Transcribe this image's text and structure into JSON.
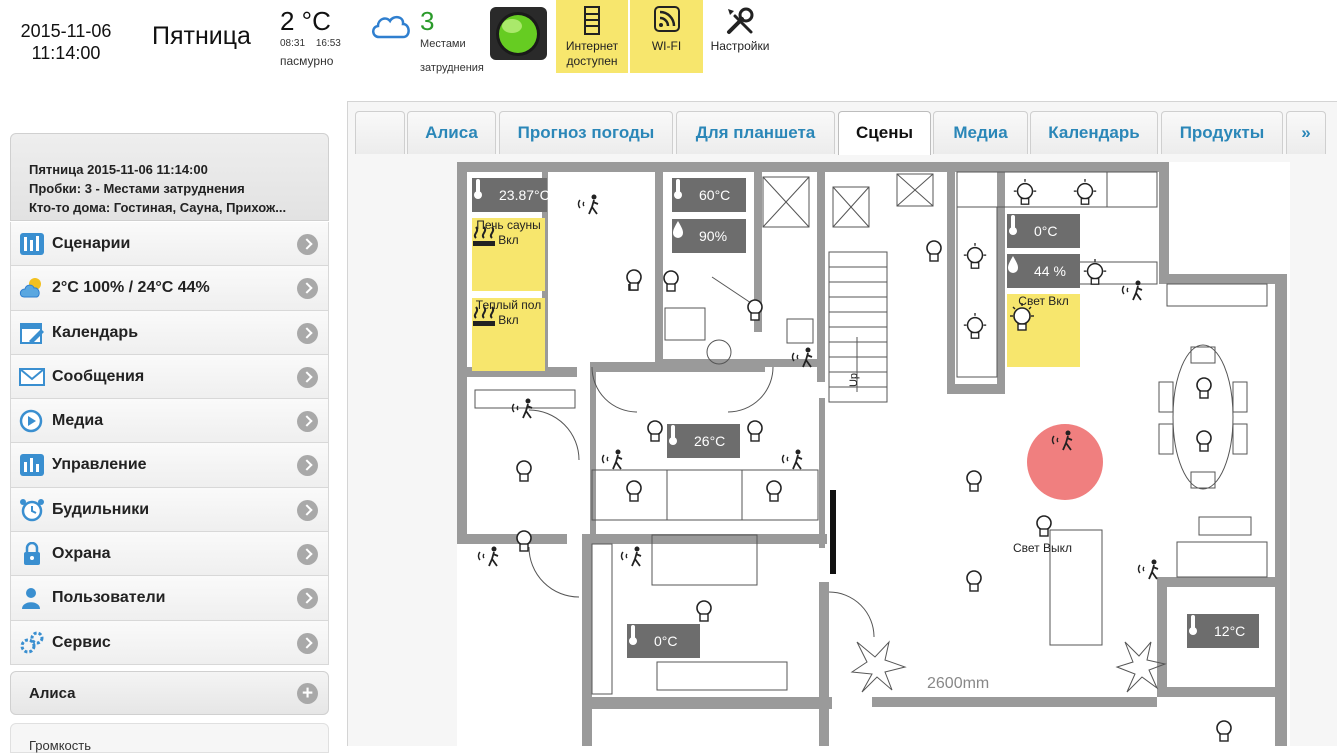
{
  "topbar": {
    "date": "2015-11-06",
    "time": "11:14:00",
    "weekday": "Пятница",
    "temperature": "2 °C",
    "sunrise": "08:31",
    "sunset": "16:53",
    "condition": "пасмурно",
    "traffic_level": "3",
    "traffic_line1": "Местами",
    "traffic_line2": "затруднения",
    "tiles": [
      {
        "label_line1": "Интернет",
        "label_line2": "доступен",
        "icon": "server-icon"
      },
      {
        "label_line1": "WI-FI",
        "label_line2": "",
        "icon": "wifi-icon"
      }
    ],
    "settings_label": "Настройки",
    "colors": {
      "tile": "#f7e66d",
      "traffic_ok": "#2a9a2a",
      "cloud": "#2f7fcf"
    }
  },
  "status": {
    "line1": "Пятница 2015-11-06 11:14:00",
    "line2": "Пробки: 3 - Местами затруднения",
    "line3": "Кто-то дома: Гостиная, Сауна, Прихож..."
  },
  "menu": [
    {
      "label": "Сценарии",
      "icon": "scenarios-icon"
    },
    {
      "label": "2°C 100% / 24°C 44%",
      "icon": "weather-icon"
    },
    {
      "label": "Календарь",
      "icon": "calendar-icon"
    },
    {
      "label": "Сообщения",
      "icon": "messages-icon"
    },
    {
      "label": "Медиа",
      "icon": "media-icon"
    },
    {
      "label": "Управление",
      "icon": "control-icon"
    },
    {
      "label": "Будильники",
      "icon": "alarm-icon"
    },
    {
      "label": "Охрана",
      "icon": "lock-icon"
    },
    {
      "label": "Пользователи",
      "icon": "users-icon"
    },
    {
      "label": "Сервис",
      "icon": "service-icon"
    }
  ],
  "group": {
    "label": "Алиса"
  },
  "volume_label": "Громкость",
  "tabs": [
    {
      "label": ""
    },
    {
      "label": "Алиса"
    },
    {
      "label": "Прогноз погоды"
    },
    {
      "label": "Для планшета"
    },
    {
      "label": "Сцены"
    },
    {
      "label": "Медиа"
    },
    {
      "label": "Календарь"
    },
    {
      "label": "Продукты"
    },
    {
      "label": "»"
    }
  ],
  "active_tab": "Сцены",
  "plan": {
    "sensors": {
      "sauna_temp": "23.87°C",
      "bath_temp": "60°C",
      "bath_humidity": "90%",
      "kitchen_temp": "0°C",
      "kitchen_humidity": "44 %",
      "hall_temp": "26°C",
      "room_temp": "0°C",
      "garage_temp": "12°C"
    },
    "sauna_stove": {
      "line1": "Печь сауны",
      "line2": "Вкл"
    },
    "warm_floor": {
      "line1": "Теплый пол",
      "line2": "Вкл"
    },
    "kitchen_light": {
      "line1": "Свет Вкл"
    },
    "living_light_label": "Свет Выкл",
    "stairs_label": "Up",
    "dimension_label": "2600mm",
    "colors": {
      "sensor": "#6d6d6d",
      "active": "#f7e66d",
      "motion_alert": "#f07f7f",
      "wall": "#9a9a9a"
    }
  }
}
